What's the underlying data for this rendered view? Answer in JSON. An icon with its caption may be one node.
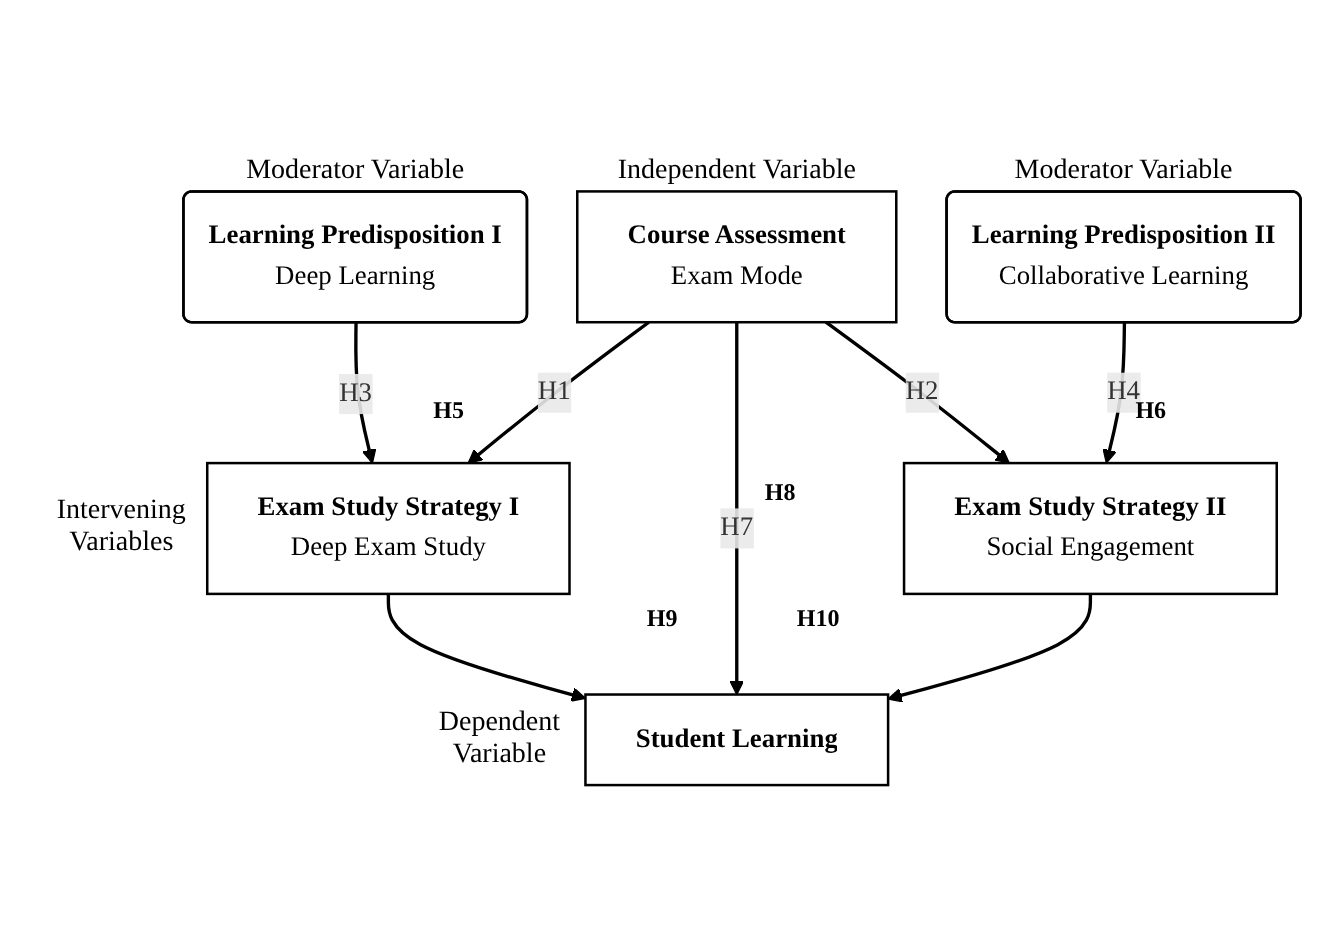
{
  "diagram": {
    "nodes": [
      {
        "text": [
          "Learning Predisposition I",
          "Deep Learning"
        ],
        "beside": [
          "Moderator Variable"
        ]
      },
      {
        "text": [
          "Course Assessment",
          "Exam Mode"
        ],
        "beside": [
          "Independent Variable"
        ]
      },
      {
        "text": [
          "Learning Predisposition II",
          "Collaborative Learning"
        ],
        "beside": [
          "Moderator Variable"
        ]
      },
      {
        "text": [
          "Exam Study Strategy I",
          "Deep Exam Study"
        ],
        "beside": [
          "Intervening Variables"
        ]
      },
      {
        "text": [
          "Exam Study Strategy II",
          "Social Engagement"
        ]
      },
      {
        "text": [
          "Student Learning"
        ],
        "beside": [
          "Dependent Variable"
        ]
      }
    ],
    "edges": [
      {
        "from": 0,
        "to": 3,
        "arrow": "to",
        "label": "H3"
      },
      {
        "from": 1,
        "to": 3,
        "arrow": "to",
        "label": "H1"
      },
      {
        "from": 1,
        "to": 5,
        "arrow": "to",
        "label": "H7"
      },
      {
        "from": 1,
        "to": 4,
        "arrow": "to",
        "label": "H2"
      },
      {
        "from": 2,
        "to": 4,
        "arrow": "to",
        "label": "H4"
      },
      {
        "from": 3,
        "to": 5,
        "arrow": "to"
      },
      {
        "from": 4,
        "to": 5,
        "arrow": "to"
      }
    ],
    "labels": [
      "H8",
      "H5",
      "H6",
      "H9",
      "H10"
    ]
  }
}
